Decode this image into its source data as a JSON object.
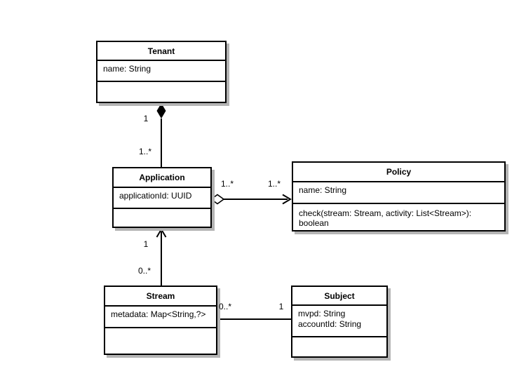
{
  "diagram": {
    "kind": "uml-class-diagram",
    "background_color": "#ffffff",
    "line_color": "#000000",
    "box_fill_color": "#ffffff",
    "shadow_color": "#b4b4b4",
    "classes": [
      {
        "name": "Tenant",
        "attributes": [
          "name: String"
        ],
        "methods": []
      },
      {
        "name": "Application",
        "attributes": [
          "applicationId: UUID"
        ],
        "methods": []
      },
      {
        "name": "Policy",
        "attributes": [
          "name: String"
        ],
        "methods": [
          "check(stream: Stream, activity: List<Stream>): boolean"
        ]
      },
      {
        "name": "Stream",
        "attributes": [
          "metadata: Map<String,?>"
        ],
        "methods": []
      },
      {
        "name": "Subject",
        "attributes": [
          "mvpd: String",
          "accountId: String"
        ],
        "methods": []
      }
    ],
    "relationships": [
      {
        "type": "composition",
        "whole": "Tenant",
        "part": "Application",
        "whole_multiplicity": "1",
        "part_multiplicity": "1..*"
      },
      {
        "type": "aggregation",
        "whole": "Application",
        "part": "Policy",
        "whole_multiplicity": "1..*",
        "part_multiplicity": "1..*"
      },
      {
        "type": "directed_association",
        "from": "Stream",
        "to": "Application",
        "from_multiplicity": "0..*",
        "to_multiplicity": "1"
      },
      {
        "type": "association",
        "from": "Stream",
        "to": "Subject",
        "from_multiplicity": "0..*",
        "to_multiplicity": "1"
      }
    ]
  }
}
